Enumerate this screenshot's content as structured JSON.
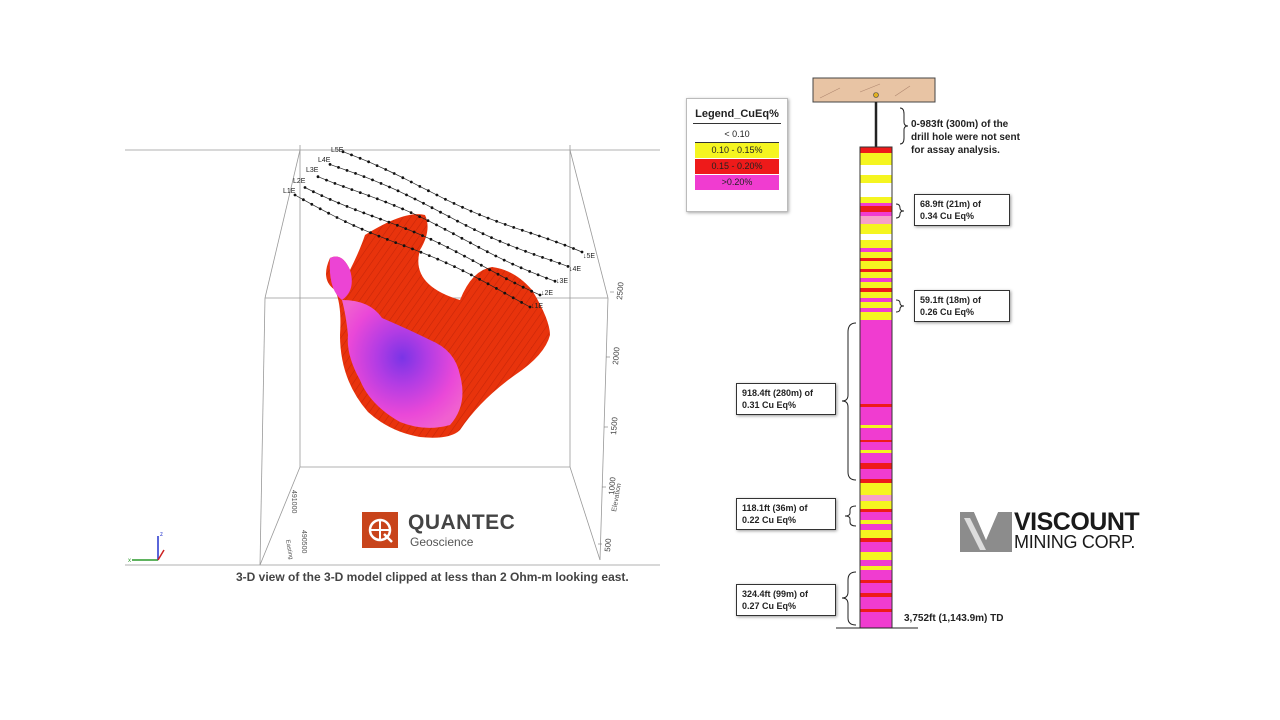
{
  "model3d": {
    "lines": [
      "L1E",
      "L2E",
      "L3E",
      "L4E",
      "L5E"
    ],
    "line_end_labels": [
      "L1E",
      "L2E",
      "L3E",
      "L4E",
      "L5E"
    ],
    "elevation_ticks": [
      "2500",
      "2000",
      "1500",
      "1000",
      "500"
    ],
    "elevation_label": "Elevation",
    "northing_ticks": [
      "491000",
      "490500"
    ],
    "easting_label": "Easting",
    "caption": "3-D view of the 3-D model clipped at less than 2 Ohm-m looking east.",
    "colors": {
      "shell": "#e8330c",
      "core": "#e840d8",
      "center": "#8c3ae0"
    }
  },
  "quantec": {
    "name": "QUANTEC",
    "subtitle": "Geoscience",
    "color": "#c8441b"
  },
  "legend": {
    "title": "Legend_CuEq%",
    "items": [
      {
        "label": "< 0.10",
        "color": "#ffffff"
      },
      {
        "label": "0.10 - 0.15%",
        "color": "#f5f520"
      },
      {
        "label": "0.15 - 0.20%",
        "color": "#ee1a1a"
      },
      {
        "label": ">0.20%",
        "color": "#f03cd0"
      }
    ]
  },
  "drillhole": {
    "top_note": "0-983ft (300m) of the drill hole were not sent for assay analysis.",
    "intervals": [
      {
        "line1": "68.9ft (21m) of",
        "line2": "0.34 Cu Eq%"
      },
      {
        "line1": "59.1ft (18m) of",
        "line2": "0.26 Cu Eq%"
      },
      {
        "line1": "918.4ft (280m) of",
        "line2": "0.31 Cu Eq%"
      },
      {
        "line1": "118.1ft (36m) of",
        "line2": "0.22 Cu Eq%"
      },
      {
        "line1": "324.4ft (99m) of",
        "line2": "0.27 Cu Eq%"
      }
    ],
    "td_label": "3,752ft (1,143.9m) TD"
  },
  "viscount": {
    "name": "VISCOUNT",
    "subtitle": "MINING CORP."
  }
}
